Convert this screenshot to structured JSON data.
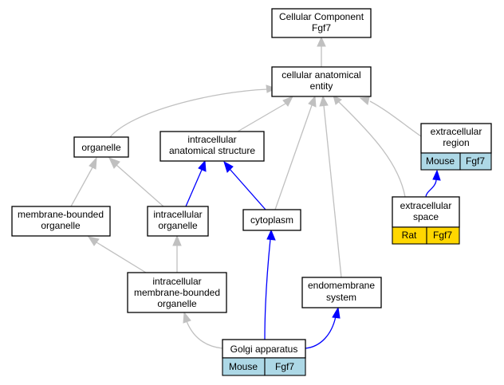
{
  "graph": {
    "nodes": {
      "root": {
        "line1": "Cellular Component",
        "line2": "Fgf7"
      },
      "cae": {
        "line1": "cellular anatomical",
        "line2": "entity"
      },
      "organelle": {
        "line1": "organelle"
      },
      "ias": {
        "line1": "intracellular",
        "line2": "anatomical structure"
      },
      "ecr": {
        "line1": "extracellular",
        "line2": "region",
        "species": "Mouse",
        "gene": "Fgf7"
      },
      "mbo": {
        "line1": "membrane-bounded",
        "line2": "organelle"
      },
      "io": {
        "line1": "intracellular",
        "line2": "organelle"
      },
      "cyto": {
        "line1": "cytoplasm"
      },
      "ecs": {
        "line1": "extracellular",
        "line2": "space",
        "species": "Rat",
        "gene": "Fgf7"
      },
      "imbo": {
        "line1": "intracellular",
        "line2": "membrane-bounded",
        "line3": "organelle"
      },
      "endo": {
        "line1": "endomembrane",
        "line2": "system"
      },
      "golgi": {
        "line1": "Golgi apparatus",
        "species": "Mouse",
        "gene": "Fgf7"
      }
    },
    "colors": {
      "gray_edge": "#c0c0c0",
      "blue_edge": "#0000ff",
      "mouse_cell": "#add8e6",
      "rat_cell": "#ffd700"
    }
  }
}
